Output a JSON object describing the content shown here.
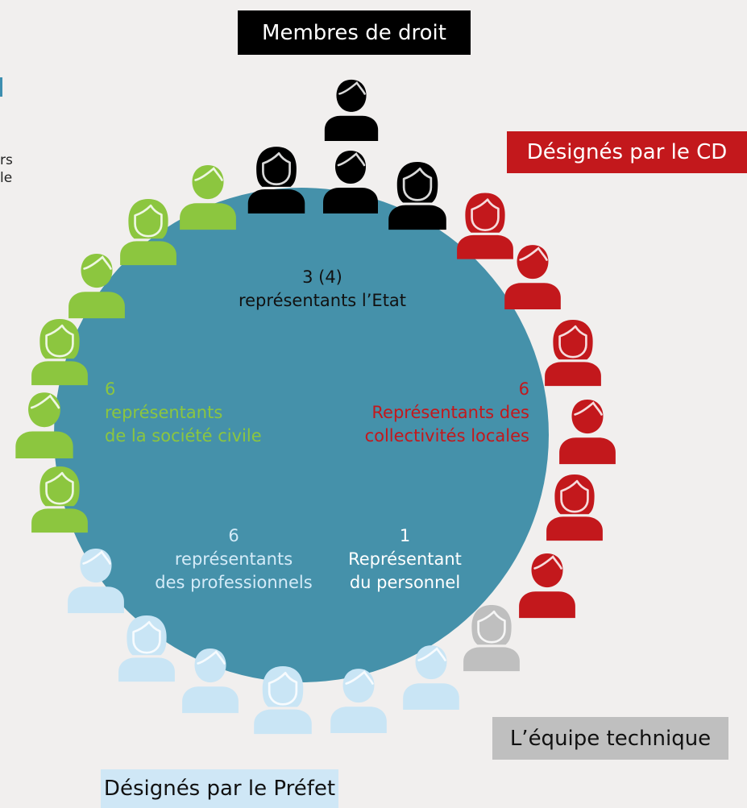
{
  "labels": {
    "membres_de_droit": "Membres de droit",
    "designes_cd": "Désignés par le CD",
    "equipe_technique": "L’équipe technique",
    "designes_prefet": "Désignés par le Préfet"
  },
  "cut_text": {
    "line1": "rs",
    "line2": "le"
  },
  "groups": {
    "etat": {
      "count": "3 (4)",
      "line1": "représentants l’Etat",
      "color": "#111111"
    },
    "societe_civile": {
      "count": "6",
      "line1": "représentants",
      "line2": "de la société civile",
      "color": "#8cc63f"
    },
    "collectivites": {
      "count": "6",
      "line1": "Représentants des",
      "line2": "collectivités locales",
      "color": "#c3181c"
    },
    "professionnels": {
      "count": "6",
      "line1": "représentants",
      "line2": "des professionnels",
      "color": "#d4ebf8"
    },
    "personnel": {
      "count": "1",
      "line1": "Représentant",
      "line2": "du personnel",
      "color": "#ffffff"
    }
  },
  "colors": {
    "table": "#4591aa",
    "background": "#f1efee",
    "black": "#000000",
    "red": "#c3181c",
    "green": "#8cc63f",
    "light_blue": "#c9e5f5",
    "grey": "#bfbfbf"
  }
}
